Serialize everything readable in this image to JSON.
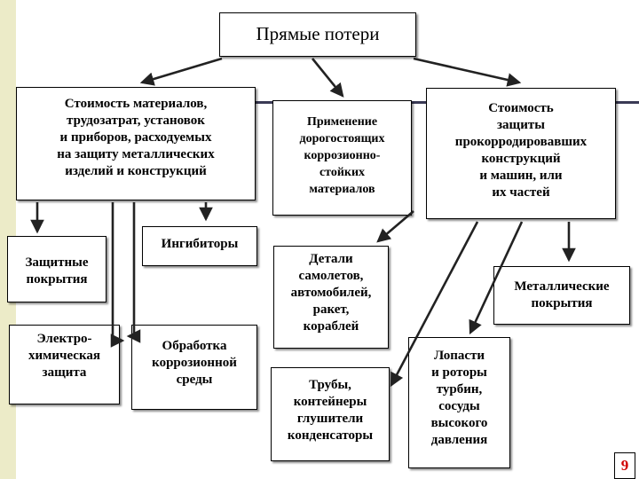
{
  "colors": {
    "stripe": "#ecebc8",
    "line": "#222222"
  },
  "title": "Прямые потери",
  "nodes": {
    "materials_cost": "Стоимость материалов,\nтрудозатрат, установок\nи приборов, расходуемых\nна защиту металлических\nизделий и конструкций",
    "expensive_materials": "Применение\nдорогостоящих\nкоррозионно-\nстойких\nматериалов",
    "protection_cost": "Стоимость\nзащиты\nпрокорродировавших\nконструкций\nи машин, или\nих частей",
    "protective_coatings": "Защитные\nпокрытия",
    "inhibitors": "Ингибиторы",
    "electrochemical": "Электро-\nхимическая\nзащита",
    "environment": "Обработка\nкоррозионной\nсреды",
    "vehicle_parts": "Детали\nсамолетов,\nавтомобилей,\nракет,\nкораблей",
    "pipes": "Трубы,\nконтейнеры\nглушители\nконденсаторы",
    "metal_coatings": "Металлические\nпокрытия",
    "turbines": "Лопасти\nи роторы\nтурбин,\nсосуды\nвысокого\nдавления"
  },
  "page_number": "9"
}
